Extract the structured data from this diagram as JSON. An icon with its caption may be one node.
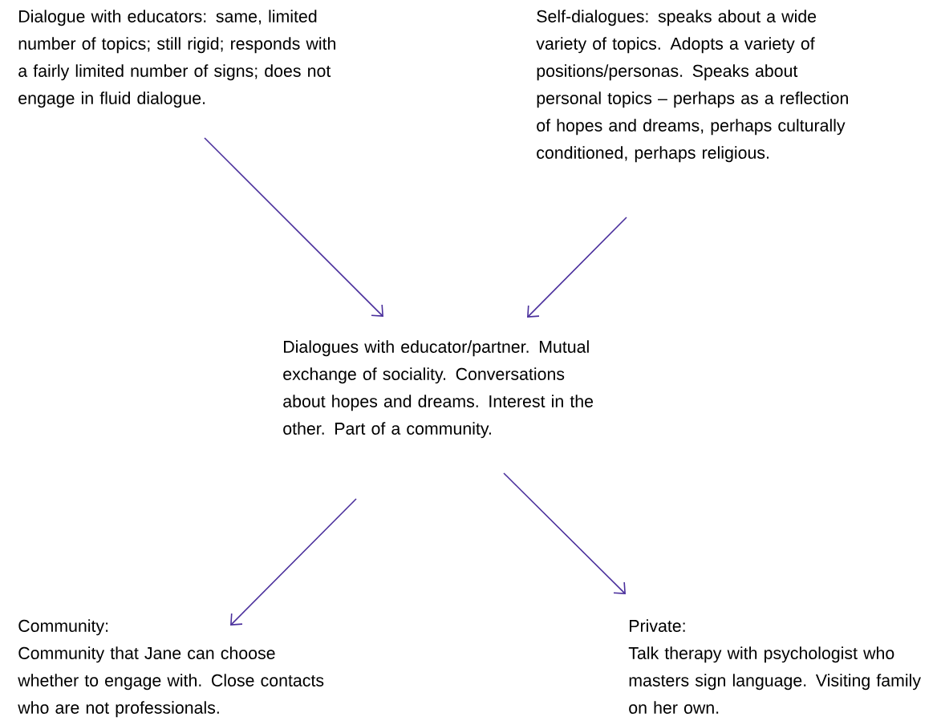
{
  "diagram": {
    "nodes": [
      {
        "text": [
          "Dialogue with educators: same, limited number of topics; still rigid; responds with a fairly limited number of signs; does not engage in fluid dialogue."
        ]
      },
      {
        "text": [
          "Self-dialogues: speaks about a wide variety of topics. Adopts a variety of positions/personas. Speaks about personal topics – perhaps as a reflection of hopes and dreams, perhaps culturally conditioned, perhaps religious."
        ]
      },
      {
        "text": [
          "Dialogues with educator/partner. Mutual exchange of sociality. Conversations about hopes and dreams. Interest in the other. Part of a community."
        ]
      },
      {
        "text": [
          "Community:",
          "Community that Jane can choose whether to engage with. Close contacts who are not professionals."
        ]
      },
      {
        "text": [
          "Private:",
          "Talk therapy with psychologist who masters sign language. Visiting family on her own."
        ]
      }
    ],
    "edges": [
      {
        "from": 0,
        "to": 2,
        "arrow": "to"
      },
      {
        "from": 1,
        "to": 2,
        "arrow": "to"
      },
      {
        "from": 2,
        "to": 3,
        "arrow": "to"
      },
      {
        "from": 2,
        "to": 4,
        "arrow": "to"
      }
    ]
  }
}
